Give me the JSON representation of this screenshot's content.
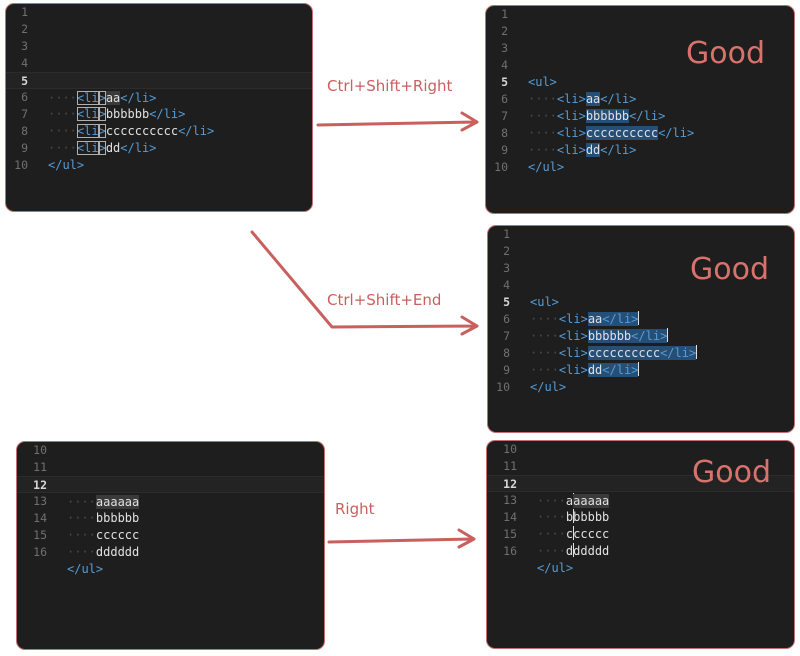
{
  "verdict_label": "Good",
  "arrows": {
    "ctrl_shift_right": "Ctrl+Shift+Right",
    "ctrl_shift_end": "Ctrl+Shift+End",
    "right": "Right"
  },
  "tags": {
    "ul_open": "<ul>",
    "ul_close": "</ul>",
    "li_open_a": "<li",
    "li_open_b": ">",
    "li_close": "</li>",
    "li_open": "<li>"
  },
  "dots": "····",
  "ex1": {
    "line_numbers": [
      "1",
      "2",
      "3",
      "4",
      "5",
      "6",
      "7",
      "8",
      "9",
      "10"
    ],
    "items": [
      "aa",
      "bbbbbb",
      "cccccccccc",
      "dd"
    ]
  },
  "ex2": {
    "line_numbers": [
      "10",
      "11",
      "12",
      "13",
      "14",
      "15",
      "16"
    ],
    "items": [
      "aaaaaa",
      "bbbbbb",
      "cccccc",
      "dddddd"
    ],
    "first_chars": [
      "a",
      "b",
      "c",
      "d"
    ],
    "rest": [
      "aaaaa",
      "bbbbb",
      "ccccc",
      "ddddd"
    ]
  },
  "colors": {
    "panel_bg": "#1e1e1e",
    "border": "#c0706e",
    "arrow": "#c8605e",
    "selection": "#264f78",
    "tag": "#569cd6"
  }
}
